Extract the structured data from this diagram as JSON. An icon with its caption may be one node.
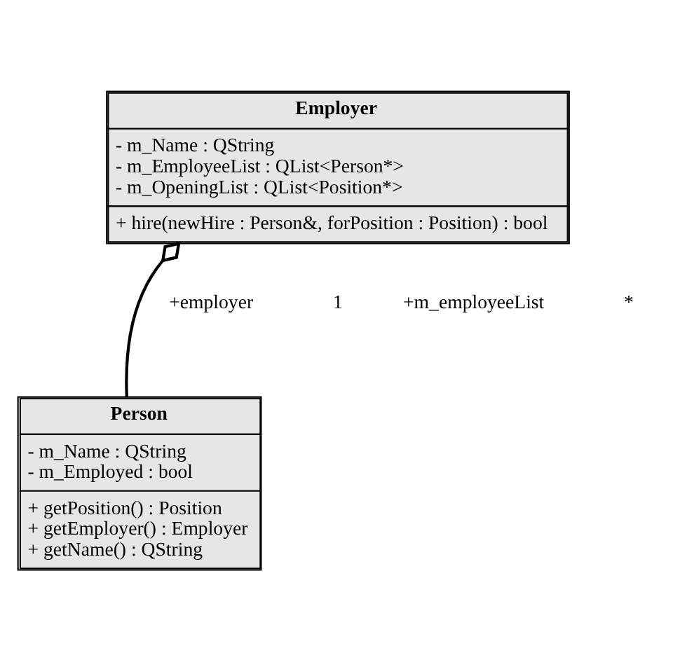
{
  "diagram": {
    "nodes": [
      {
        "text": [
          "Employer",
          "- m_Name : QString",
          "- m_EmployeeList : QList<Person*>",
          "- m_OpeningList : QList<Position*>",
          "+ hire(newHire : Person&, forPosition : Position) : bool"
        ]
      },
      {
        "text": [
          "Person",
          "- m_Name : QString",
          "- m_Employed : bool",
          "+ getPosition() : Position",
          "+ getEmployer() : Employer",
          "+ getName() : QString"
        ]
      }
    ],
    "edges": [
      {
        "from": 0,
        "to": 1,
        "arrow": "other"
      }
    ],
    "labels": [
      "+employer",
      "1",
      "+m_employeeList",
      "*"
    ]
  }
}
